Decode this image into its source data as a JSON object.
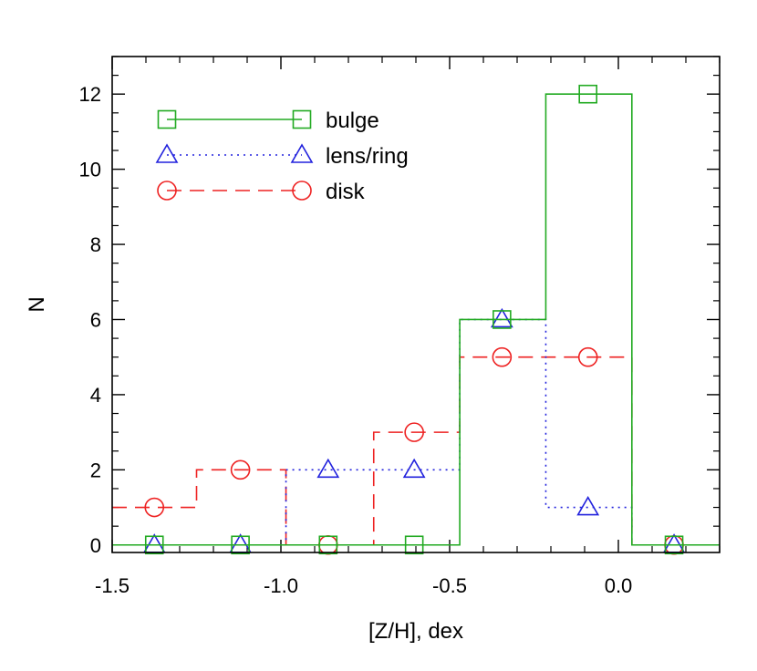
{
  "chart_data": {
    "type": "histogram",
    "xlabel": "[Z/H], dex",
    "ylabel": "N",
    "xlim": [
      -1.5,
      0.3
    ],
    "ylim": [
      -0.2,
      13
    ],
    "xticks": [
      -1.5,
      -1.0,
      -0.5,
      0.0
    ],
    "xtick_labels": [
      "-1.5",
      "-1.0",
      "-0.5",
      "0.0"
    ],
    "yticks": [
      0,
      2,
      4,
      6,
      8,
      10,
      12
    ],
    "ytick_labels": [
      "0",
      "2",
      "4",
      "6",
      "8",
      "10",
      "12"
    ],
    "x_minor_step": 0.1,
    "y_minor_step": 0.5,
    "bin_edges": [
      -1.5,
      -1.25,
      -0.985,
      -0.725,
      -0.47,
      -0.215,
      0.04,
      0.3
    ],
    "bin_centers": [
      -1.375,
      -1.12,
      -0.86,
      -0.605,
      -0.345,
      -0.09,
      0.165
    ],
    "legend_position": "top-left",
    "series": [
      {
        "name": "bulge",
        "marker": "square",
        "line_style": "solid",
        "color": "#22aa22",
        "values": [
          0,
          0,
          0,
          0,
          6,
          12,
          0
        ]
      },
      {
        "name": "lens/ring",
        "marker": "triangle",
        "line_style": "dotted",
        "color": "#2222dd",
        "values": [
          0,
          0,
          2,
          2,
          6,
          1,
          0
        ]
      },
      {
        "name": "disk",
        "marker": "circle",
        "line_style": "dashed",
        "color": "#ee2222",
        "values": [
          1,
          2,
          0,
          3,
          5,
          5,
          0
        ]
      }
    ]
  }
}
